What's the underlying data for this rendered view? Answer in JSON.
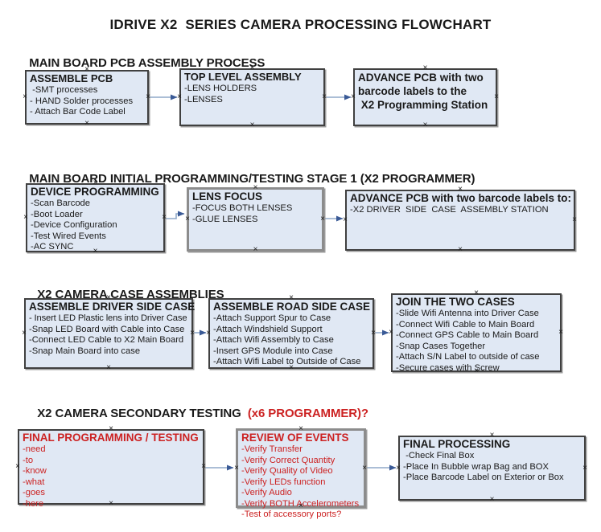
{
  "title": "IDRIVE X2  SERIES CAMERA PROCESSING FLOWCHART",
  "icons": {
    "connection_point": "×"
  },
  "colors": {
    "box_fill": "#e0e8f4",
    "box_border": "#404040",
    "red_text": "#cc2222",
    "connector_line": "#8fa8c8",
    "connector_arrow": "#3a5a96",
    "text": "#1a1a1a"
  },
  "sections": [
    {
      "heading": "MAIN BOARD PCB ASSEMBLY PROCESS",
      "heading_suffix": "",
      "boxes": [
        {
          "heading": "ASSEMBLE PCB",
          "items": [
            " -SMT processes",
            "- HAND Solder processes",
            "- Attach Bar Code Label"
          ]
        },
        {
          "heading": "TOP LEVEL ASSEMBLY",
          "items": [
            "-LENS HOLDERS",
            "-LENSES"
          ]
        },
        {
          "heading": "ADVANCE PCB with two\nbarcode labels to the\n X2 Programming Station",
          "items": []
        }
      ]
    },
    {
      "heading": "MAIN BOARD INITIAL PROGRAMMING/TESTING STAGE 1 (X2 PROGRAMMER)",
      "heading_suffix": "",
      "boxes": [
        {
          "heading": "DEVICE PROGRAMMING",
          "items": [
            "-Scan Barcode",
            "-Boot Loader",
            "-Device Configuration",
            "-Test Wired Events",
            "-AC SYNC"
          ]
        },
        {
          "heading": "LENS FOCUS",
          "items": [
            "-FOCUS BOTH LENSES",
            "-GLUE LENSES"
          ]
        },
        {
          "heading": "ADVANCE PCB with two barcode labels to:",
          "items": [
            "-X2 DRIVER  SIDE  CASE  ASSEMBLY STATION"
          ]
        }
      ]
    },
    {
      "heading": "X2 CAMERA CASE ASSEMBLIES",
      "heading_suffix": "",
      "boxes": [
        {
          "heading": "ASSEMBLE DRIVER SIDE CASE",
          "items": [
            "- Insert LED Plastic lens into Driver Case",
            "-Snap LED Board with Cable into Case",
            "-Connect LED Cable to X2 Main Board",
            "-Snap Main Board into case"
          ]
        },
        {
          "heading": "ASSEMBLE ROAD SIDE CASE",
          "items": [
            "-Attach Support Spur to Case",
            "-Attach Windshield Support",
            "-Attach Wifi Assembly to Case",
            "-Insert GPS Module into Case",
            "-Attach Wifi Label to Outside of Case"
          ]
        },
        {
          "heading": "JOIN THE TWO CASES",
          "items": [
            "-Slide Wifi Antenna into Driver Case",
            "-Connect Wifi Cable to Main Board",
            "-Connect GPS Cable to Main Board",
            "-Snap Cases Together",
            "-Attach S/N Label to outside of case",
            "-Secure cases with Screw"
          ]
        }
      ]
    },
    {
      "heading": "X2 CAMERA SECONDARY TESTING ",
      "heading_suffix": " (x6 PROGRAMMER)?",
      "boxes": [
        {
          "heading": "FINAL PROGRAMMING / TESTING",
          "items": [
            "-need",
            "-to",
            "-know",
            "-what",
            "-goes",
            "-here"
          ]
        },
        {
          "heading": "REVIEW OF EVENTS",
          "items": [
            "-Verify Transfer",
            "-Verify Correct Quantity",
            "-Verify Quality of Video",
            "-Verify LEDs function",
            "-Verify Audio",
            "-Verify BOTH Accelerometers",
            "-Test of accessory ports?"
          ]
        },
        {
          "heading": "FINAL PROCESSING",
          "items": [
            " -Check Final Box",
            "-Place In Bubble wrap Bag and BOX",
            "-Place Barcode Label on Exterior or Box"
          ]
        }
      ]
    }
  ]
}
